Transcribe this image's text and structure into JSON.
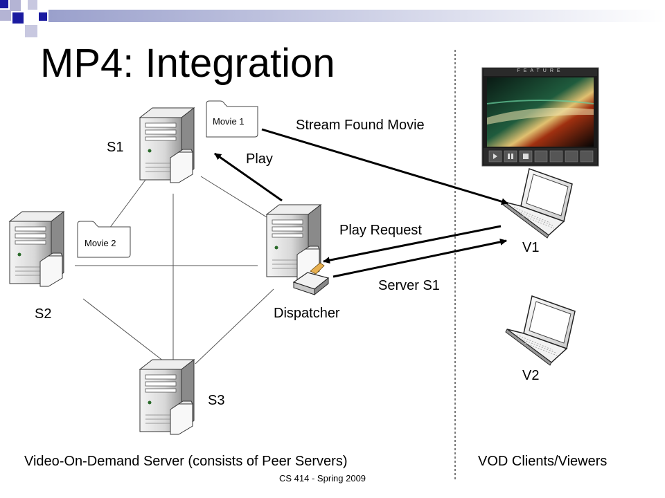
{
  "slide": {
    "title": "MP4: Integration",
    "footer": "CS 414 - Spring 2009"
  },
  "nodes": {
    "s1": "S1",
    "s2": "S2",
    "s3": "S3",
    "dispatcher": "Dispatcher",
    "v1": "V1",
    "v2": "V2"
  },
  "folders": {
    "movie1": "Movie 1",
    "movie2": "Movie 2"
  },
  "arrows": {
    "stream": "Stream Found Movie",
    "play": "Play",
    "play_request": "Play Request",
    "server_reply": "Server S1"
  },
  "player": {
    "header": "FEATURE"
  },
  "captions": {
    "server_side": "Video-On-Demand Server (consists of Peer Servers)",
    "client_side": "VOD Clients/Viewers"
  }
}
